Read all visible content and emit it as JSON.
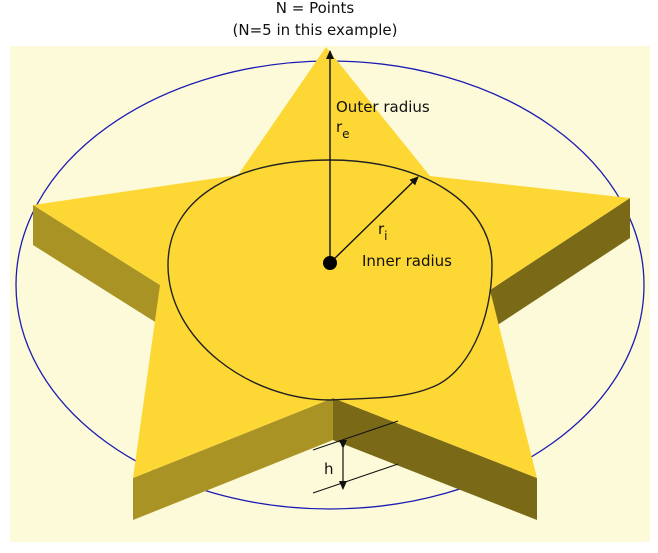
{
  "title_line1": "N = Points",
  "title_line2": "(N=5 in this example)",
  "outer_radius_label": "Outer radius",
  "outer_radius_symbol": "r",
  "outer_radius_subscript": "e",
  "inner_radius_symbol": "r",
  "inner_radius_subscript": "i",
  "inner_radius_label": "Inner radius",
  "height_label": "h",
  "colors": {
    "background_panel": "#fcfad8",
    "star_top": "#fdd835",
    "star_side_light": "#a89324",
    "star_side_dark": "#7a6a18",
    "outer_circle": "#1c1cb4",
    "inner_circle": "#222222"
  }
}
